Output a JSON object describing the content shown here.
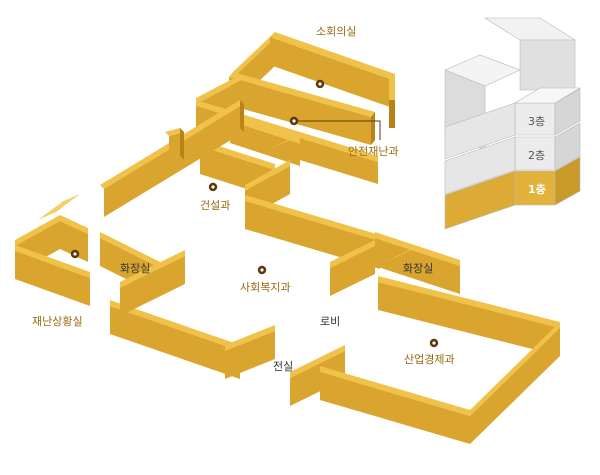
{
  "colors": {
    "wall_top": "#f0c24a",
    "wall_face": "#d9a52f",
    "wall_side": "#b88419",
    "label_gold": "#9a6a0e",
    "label_dark": "#333333",
    "building_gray": "#e4e4e4",
    "building_active": "#e2b23d"
  },
  "rooms": [
    {
      "id": "social-room",
      "label": "소회의실",
      "style": "gold",
      "marker": true
    },
    {
      "id": "safety-disaster",
      "label": "안전재난과",
      "style": "gold",
      "marker": true
    },
    {
      "id": "construction",
      "label": "건설과",
      "style": "gold",
      "marker": true
    },
    {
      "id": "welfare",
      "label": "사회복지과",
      "style": "gold",
      "marker": true
    },
    {
      "id": "restroom-left",
      "label": "화장실",
      "style": "dark",
      "marker": false
    },
    {
      "id": "restroom-right",
      "label": "화장실",
      "style": "dark",
      "marker": false
    },
    {
      "id": "disaster-room",
      "label": "재난상황실",
      "style": "gold",
      "marker": true
    },
    {
      "id": "lobby",
      "label": "로비",
      "style": "dark",
      "marker": false
    },
    {
      "id": "electric",
      "label": "전실",
      "style": "dark",
      "marker": false
    },
    {
      "id": "industry-economy",
      "label": "산업경제과",
      "style": "gold",
      "marker": true
    }
  ],
  "floors": [
    {
      "label": "3층",
      "active": false
    },
    {
      "label": "2층",
      "active": false
    },
    {
      "label": "1층",
      "active": true
    }
  ],
  "icons": {
    "room_marker": "location-marker-icon",
    "stairs": "stairs-icon"
  }
}
